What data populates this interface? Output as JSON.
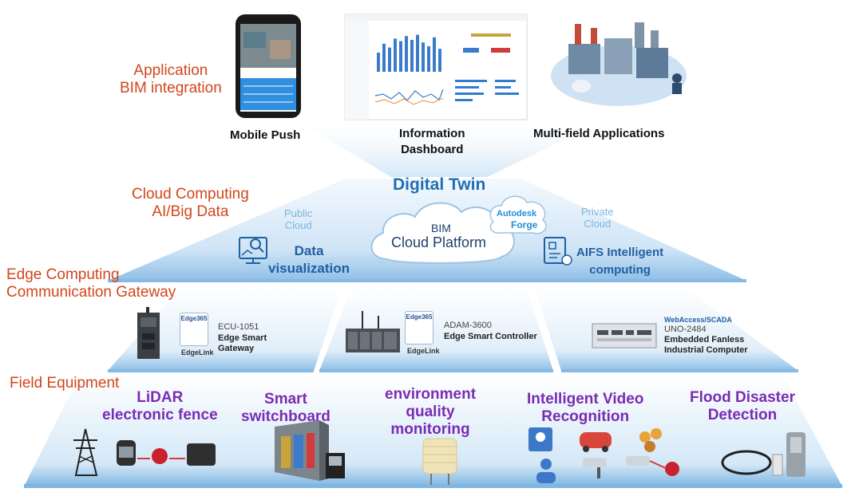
{
  "layers": {
    "application": "Application\nBIM integration",
    "cloud": "Cloud Computing\nAI/Big Data",
    "edge": "Edge Computing\nCommunication Gateway",
    "field": "Field Equipment"
  },
  "application": {
    "mobile_push": "Mobile Push",
    "dashboard": "Information\nDashboard",
    "multi_field": "Multi-field Applications"
  },
  "digital_twin": "Digital Twin",
  "cloud": {
    "public": "Public\nCloud",
    "private": "Private\nCloud",
    "bim": "BIM",
    "platform": "Cloud Platform",
    "autodesk": "Autodesk",
    "forge": "Forge",
    "data_viz": "Data\nvisualization",
    "aifs": "AIFS Intelligent\ncomputing"
  },
  "edge_devices": [
    {
      "model": "ECU-1051",
      "desc": "Edge Smart\nGateway",
      "badge": "Edge365",
      "link": "EdgeLink"
    },
    {
      "model": "ADAM-3600",
      "desc": "Edge Smart Controller",
      "badge": "Edge365",
      "link": "EdgeLink"
    },
    {
      "model": "UNO-2484",
      "desc": "Embedded Fanless\nIndustrial Computer",
      "brand": "WebAccess/SCADA"
    }
  ],
  "field": {
    "lidar": "LiDAR\nelectronic fence",
    "switchboard": "Smart\nswitchboard",
    "environment": "environment\nquality\nmonitoring",
    "video": "Intelligent Video\nRecognition",
    "flood": "Flood Disaster\nDetection"
  },
  "colors": {
    "layer_title": "#d2461b",
    "digital_twin": "#1f6fb5",
    "field_label": "#7a2cb3",
    "platform_light": "#e3f0fb",
    "platform_dark": "#9cc6ea"
  }
}
